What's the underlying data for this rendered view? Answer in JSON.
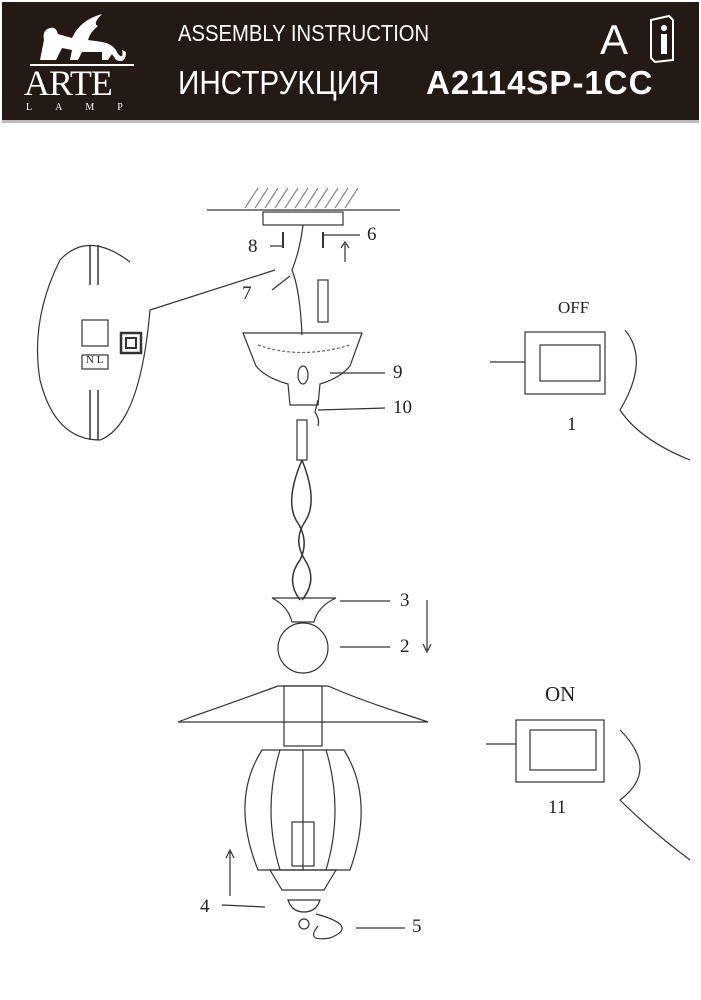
{
  "header": {
    "brand": "ARTE",
    "brand_sub": "LAMP",
    "title_en": "ASSEMBLY INSTRUCTION",
    "title_ru": "ИНСТРУКЦИЯ",
    "model": "A2114SP-1CC",
    "lang_letter": "A",
    "background": "#231a15"
  },
  "diagram": {
    "terminal_labels": "N L",
    "switch_off": {
      "state": "OFF",
      "step": "1"
    },
    "switch_on": {
      "state": "ON",
      "step": "11"
    },
    "callouts": [
      "2",
      "3",
      "4",
      "5",
      "6",
      "7",
      "8",
      "9",
      "10"
    ]
  }
}
